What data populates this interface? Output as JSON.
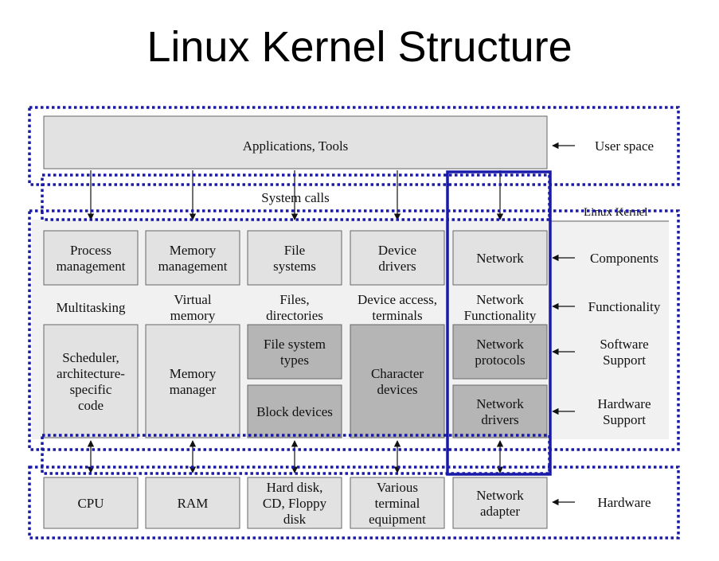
{
  "title": "Linux Kernel Structure",
  "applications": "Applications, Tools",
  "system_calls": "System calls",
  "kernel_tag": "Linux Kernel",
  "side_labels": {
    "user_space": "User space",
    "components": "Components",
    "functionality": "Functionality",
    "software_support": [
      "Software",
      "Support"
    ],
    "hardware_support": [
      "Hardware",
      "Support"
    ],
    "hardware": "Hardware"
  },
  "columns": [
    {
      "component": [
        "Process",
        "management"
      ],
      "functionality": [
        "Multitasking"
      ],
      "support": [
        "Scheduler,",
        "architecture-",
        "specific",
        "code"
      ],
      "hardware": [
        "CPU"
      ]
    },
    {
      "component": [
        "Memory",
        "management"
      ],
      "functionality": [
        "Virtual",
        "memory"
      ],
      "support": [
        "Memory",
        "manager"
      ],
      "hardware": [
        "RAM"
      ]
    },
    {
      "component": [
        "File",
        "systems"
      ],
      "functionality": [
        "Files,",
        "directories"
      ],
      "support_top": [
        "File system",
        "types"
      ],
      "support_bottom": [
        "Block devices"
      ],
      "hardware": [
        "Hard disk,",
        "CD, Floppy",
        "disk"
      ]
    },
    {
      "component": [
        "Device",
        "drivers"
      ],
      "functionality": [
        "Device access,",
        "terminals"
      ],
      "support": [
        "Character",
        "devices"
      ],
      "hardware": [
        "Various",
        "terminal",
        "equipment"
      ]
    },
    {
      "component": [
        "Network"
      ],
      "functionality": [
        "Network",
        "Functionality"
      ],
      "support_top": [
        "Network",
        "protocols"
      ],
      "support_bottom": [
        "Network",
        "drivers"
      ],
      "hardware": [
        "Network",
        "adapter"
      ]
    }
  ]
}
